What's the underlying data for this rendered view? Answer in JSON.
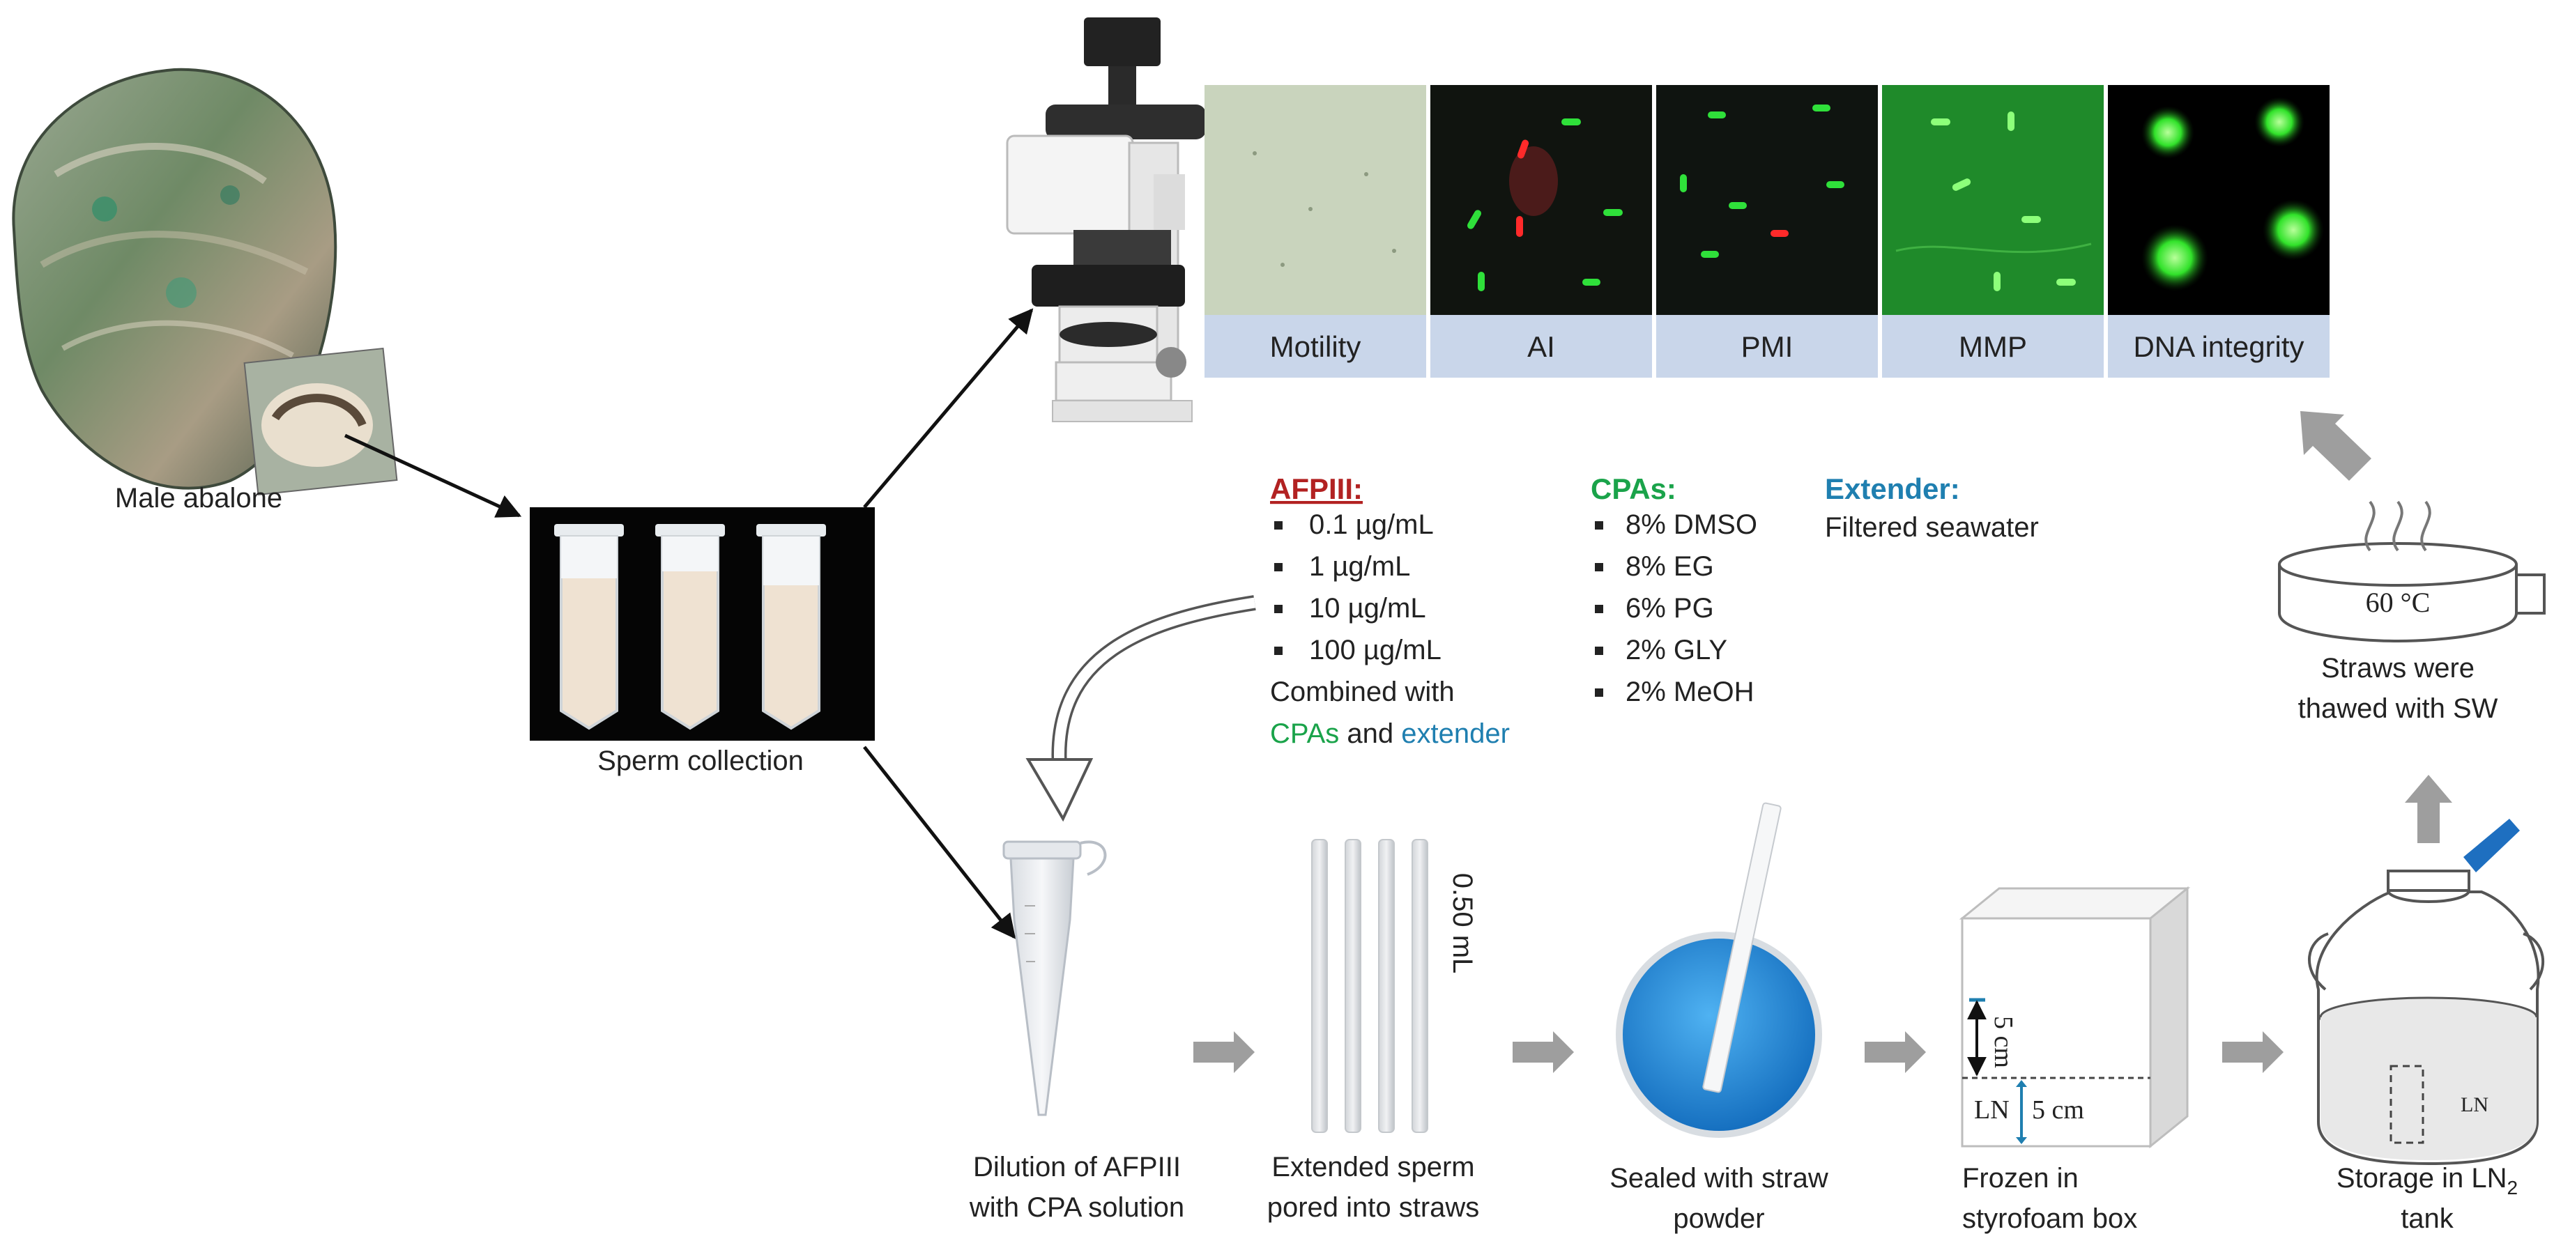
{
  "labels": {
    "male_abalone": "Male abalone",
    "sperm_collection": "Sperm collection",
    "dilution_line1": "Dilution of AFPIII",
    "dilution_line2": "with CPA solution",
    "extended_line1": "Extended sperm",
    "extended_line2": "pored into straws",
    "sealed_line1": "Sealed with straw",
    "sealed_line2": "powder",
    "frozen_line1": "Frozen in",
    "frozen_line2": "styrofoam box",
    "storage_line1_prefix": "Storage in LN",
    "storage_line1_sub": "2",
    "storage_line2": "tank",
    "thawed_line1": "Straws were",
    "thawed_line2": "thawed with SW",
    "temperature": "60 °C",
    "straw_volume": "0.50 mL",
    "ln_box": "LN",
    "dist_above": "5 cm",
    "dist_below": "5 cm",
    "ln_tank": "LN"
  },
  "assays": [
    {
      "label": "Motility"
    },
    {
      "label": "AI"
    },
    {
      "label": "PMI"
    },
    {
      "label": "MMP"
    },
    {
      "label": "DNA integrity"
    }
  ],
  "afpiii": {
    "title": "AFPIII:",
    "items": [
      "0.1 µg/mL",
      "1 µg/mL",
      "10 µg/mL",
      "100 µg/mL"
    ],
    "combined_line1": "Combined with",
    "combined_cpas": "CPAs",
    "combined_and": " and ",
    "combined_extender": "extender"
  },
  "cpas": {
    "title": "CPAs:",
    "items": [
      "8% DMSO",
      "8% EG",
      "6% PG",
      "2% GLY",
      "2% MeOH"
    ]
  },
  "extender": {
    "title": "Extender:",
    "value": "Filtered seawater"
  },
  "colors": {
    "afpiii": "#b22222",
    "cpas": "#1aa34a",
    "extender": "#1f7fb0",
    "arrow_grey": "#9e9e9e",
    "label_strip": "#c9d6ea",
    "sealing_blue": "#1e88d8"
  }
}
